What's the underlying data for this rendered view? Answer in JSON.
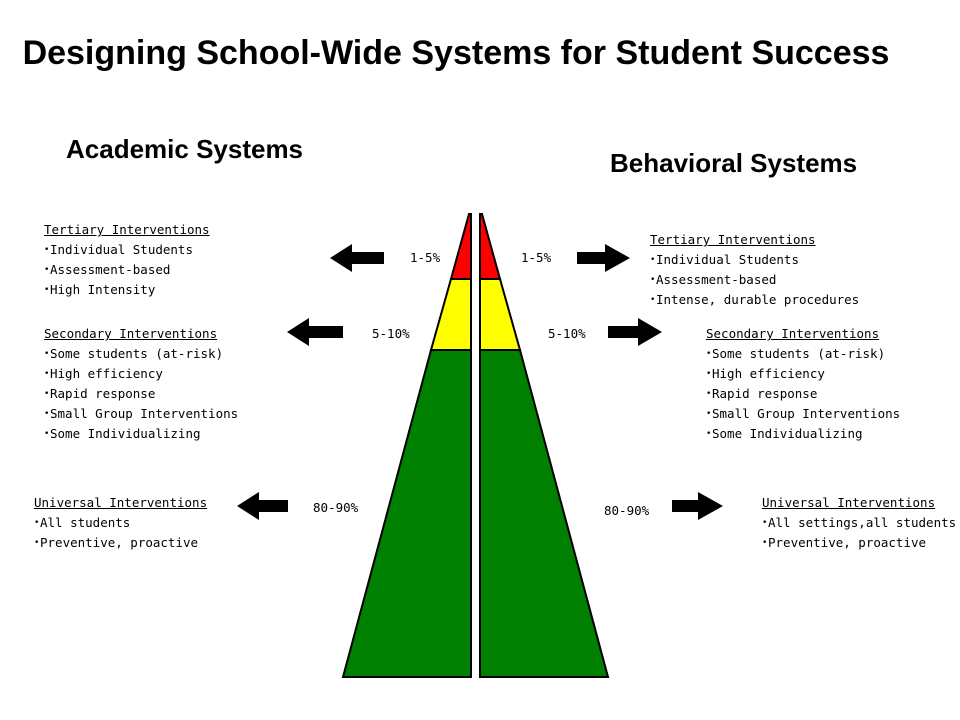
{
  "title": "Designing School-Wide Systems for Student Success",
  "academic": {
    "heading": "Academic Systems",
    "tiers": [
      {
        "heading": "Tertiary Interventions",
        "items": [
          "Individual Students",
          "Assessment-based",
          "High Intensity"
        ],
        "percent": "1-5%"
      },
      {
        "heading": "Secondary Interventions",
        "items": [
          "Some students (at-risk)",
          "High efficiency",
          "Rapid response",
          "Small Group Interventions",
          " Some Individualizing"
        ],
        "percent": "5-10%"
      },
      {
        "heading": "Universal Interventions",
        "items": [
          "All students",
          "Preventive, proactive"
        ],
        "percent": "80-90%"
      }
    ]
  },
  "behavioral": {
    "heading": "Behavioral Systems",
    "tiers": [
      {
        "heading": "Tertiary Interventions",
        "items": [
          "Individual Students",
          "Assessment-based",
          "Intense, durable procedures"
        ],
        "percent": "1-5%"
      },
      {
        "heading": "Secondary Interventions",
        "items": [
          "Some students (at-risk)",
          "High efficiency",
          "Rapid response",
          " Small Group Interventions",
          " Some Individualizing"
        ],
        "percent": "5-10%"
      },
      {
        "heading": "Universal Interventions",
        "items": [
          "All settings,all students",
          "Preventive, proactive"
        ],
        "percent": "80-90%"
      }
    ]
  },
  "colors": {
    "tertiary": "#ff0000",
    "secondary": "#ffff00",
    "universal": "#008000",
    "outline": "#000000"
  }
}
